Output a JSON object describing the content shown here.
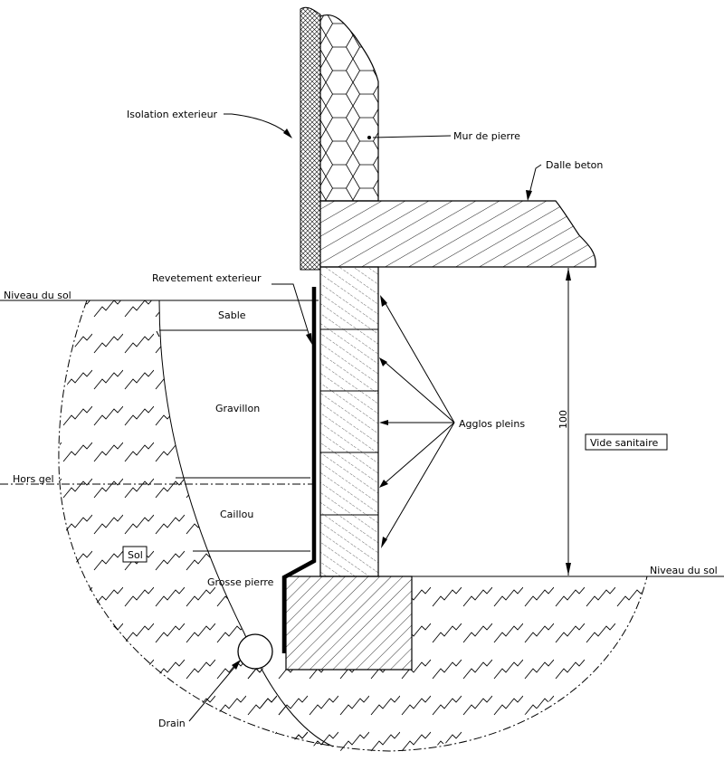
{
  "diagram": {
    "labels": {
      "isolation": "Isolation exterieur",
      "mur_pierre": "Mur de pierre",
      "dalle": "Dalle beton",
      "revetement": "Revetement exterieur",
      "niveau_sol_left": "Niveau du sol",
      "sable": "Sable",
      "gravillon": "Gravillon",
      "hors_gel": "Hors gel",
      "caillou": "Caillou",
      "sol": "Sol",
      "grosse_pierre": "Grosse pierre",
      "drain": "Drain",
      "agglos": "Agglos pleins",
      "dimension": "100",
      "vide_sanitaire": "Vide sanitaire",
      "niveau_sol_right": "Niveau du sol"
    }
  }
}
